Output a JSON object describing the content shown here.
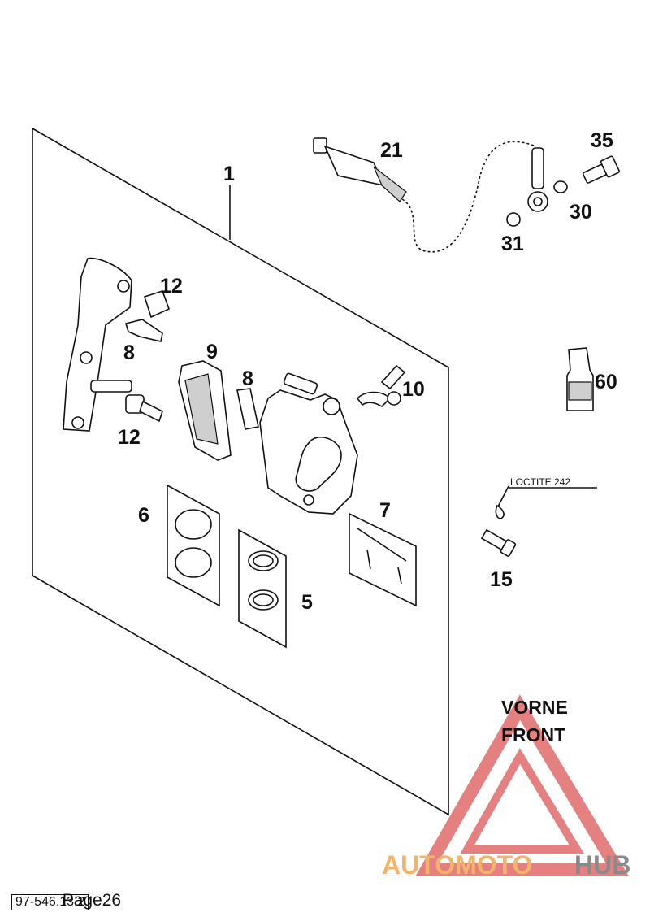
{
  "diagram": {
    "callouts": {
      "c1": "1",
      "c5": "5",
      "c6": "6",
      "c7": "7",
      "c8a": "8",
      "c8b": "8",
      "c9": "9",
      "c10": "10",
      "c12a": "12",
      "c12b": "12",
      "c15": "15",
      "c21": "21",
      "c30": "30",
      "c31": "31",
      "c35": "35",
      "c60": "60"
    },
    "loctite_label": "LOCTITE 242",
    "front_label_1": "VORNE",
    "front_label_2": "FRONT"
  },
  "watermark": {
    "text_part1": "AUTOMOTO",
    "text_part2": "HUB",
    "colors": {
      "triangle": "#e06a6a",
      "text_orange": "#f2b46a",
      "text_gray": "#8a8a8a"
    }
  },
  "footer": {
    "code": "97-546.13.2",
    "page": "Page26"
  }
}
